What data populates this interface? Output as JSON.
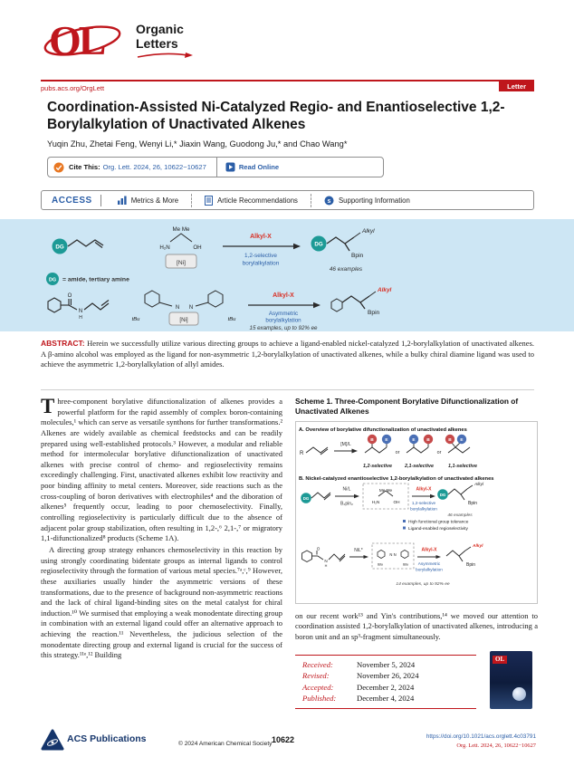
{
  "header": {
    "logo_initials": "OL",
    "journal_name_line1": "Organic",
    "journal_name_line2": "Letters",
    "url": "pubs.acs.org/OrgLett",
    "badge": "Letter"
  },
  "article": {
    "title": "Coordination-Assisted Ni-Catalyzed Regio- and Enantioselective 1,2-Borylalkylation of Unactivated Alkenes",
    "authors": "Yuqin Zhu, Zhetai Feng, Wenyi Li,* Jiaxin Wang, Guodong Ju,* and Chao Wang*"
  },
  "cite_bar": {
    "cite_label": "Cite This:",
    "citation": "Org. Lett. 2024, 26, 10622−10627",
    "read_online": "Read Online"
  },
  "access_bar": {
    "access_label": "ACCESS",
    "metrics_label": "Metrics & More",
    "recommendations_label": "Article Recommendations",
    "supporting_label": "Supporting Information",
    "supporting_icon_glyph": "s"
  },
  "graphical_abstract": {
    "dg": "DG",
    "me_me": "Me  Me",
    "h2n": "H₂N",
    "oh": "OH",
    "ni": "[Ni]",
    "alkyl_x": "Alkyl-X",
    "selective_line1": "1,2-selective",
    "selective_line2": "borylalkylation",
    "examples_46": "46 examples",
    "alkyl": "Alkyl",
    "bpin": "Bpin",
    "dg_note": "= amide, tertiary amine",
    "o": "O",
    "n": "N",
    "h": "H",
    "tbu": "tBu",
    "asymmetric_line1": "Asymmetric",
    "asymmetric_line2": "borylalkylation",
    "examples_15": "15 examples, up to 92% ee"
  },
  "abstract": {
    "label": "ABSTRACT:",
    "text": "Herein we successfully utilize various directing groups to achieve a ligand-enabled nickel-catalyzed 1,2-borylalkylation of unactivated alkenes. A β-amino alcohol was employed as the ligand for non-asymmetric 1,2-borylalkylation of unactivated alkenes, while a bulky chiral diamine ligand was used to achieve the asymmetric 1,2-borylalkylation of allyl amides.",
    "scheme_ref": "Scheme 1A"
  },
  "body": {
    "dropcap": "T",
    "para1": "hree-component borylative difunctionalization of alkenes provides a powerful platform for the rapid assembly of complex boron-containing molecules,¹ which can serve as versatile synthons for further transformations.² Alkenes are widely available as chemical feedstocks and can be readily prepared using well-established protocols.³ However, a modular and reliable method for intermolecular borylative difunctionalization of unactivated alkenes with precise control of chemo- and regioselectivity remains exceedingly challenging. First, unactivated alkenes exhibit low reactivity and poor binding affinity to metal centers. Moreover, side reactions such as the cross-coupling of boron derivatives with electrophiles⁴ and the diboration of alkenes⁵ frequently occur, leading to poor chemoselectivity. Finally, controlling regioselectivity is particularly difficult due to the absence of adjacent polar group stabilization, often resulting in 1,2-,⁶ 2,1-,⁷ or migratory 1,1-difunctionalized⁸ products (Scheme 1A).",
    "para2": "A directing group strategy enhances chemoselectivity in this reaction by using strongly coordinating bidentate groups as internal ligands to control regioselectivity through the formation of various metal species.⁷ᵃ,ᶜ,⁹ However, these auxiliaries usually hinder the asymmetric versions of these transformations, due to the presence of background non-asymmetric reactions and the lack of chiral ligand-binding sites on the metal catalyst for chiral induction.¹⁰ We surmised that employing a weak monodentate directing group in combination with an external ligand could offer an alternative approach to achieving the reaction.¹¹ Nevertheless, the judicious selection of the monodentate directing group and external ligand is crucial for the success of this strategy.¹¹ᵉ,¹² Building",
    "para3": "on our recent work¹³ and Yin's contributions,¹⁴ we moved our attention to coordination assisted 1,2-borylalkylation of unactivated alkenes, introducing a boron unit and an sp³-fragment simultaneously."
  },
  "scheme1": {
    "title": "Scheme 1. Three-Component Borylative Difunctionalization of Unactivated Alkenes",
    "part_a_title": "A. Overview of borylative difunctionalization of unactivated alkenes",
    "r": "R",
    "ml": "[M]/L",
    "b": "B",
    "e": "E",
    "or": "or",
    "sel_12": "1,2-selective",
    "sel_21": "2,1-selective",
    "sel_11": "1,1-selective",
    "part_b_title": "B. Nickel-catalyzed enantioselective 1,2-borylalkylation of unactivated alkenes",
    "dg": "DG",
    "ni_l": "Ni/L",
    "b2pin2": "B₂pin₂",
    "me_me": "Me Me",
    "h2n": "H₂N",
    "oh": "OH",
    "alkyl_x": "Alkyl-X",
    "sel_line1": "1,2-selective",
    "sel_line2": "borylalkylation",
    "alkyl": "Alkyl",
    "bpin": "Bpin",
    "examples_46": "46 examples",
    "bullet1": "High functional group tolerance",
    "bullet2": "Ligand-enabled regioselectivity",
    "nil_star": "NiL*",
    "n_n": "N  N",
    "tbu": "tBu",
    "o": "O",
    "n": "N",
    "h": "H",
    "asym_line1": "Asymmetric",
    "asym_line2": "borylalkylation",
    "examples_14": "14 examples, up to 92% ee"
  },
  "dates": {
    "received_label": "Received:",
    "received_value": "November 5, 2024",
    "revised_label": "Revised:",
    "revised_value": "November 26, 2024",
    "accepted_label": "Accepted:",
    "accepted_value": "December 2, 2024",
    "published_label": "Published:",
    "published_value": "December 4, 2024"
  },
  "cover": {
    "logo": "OL"
  },
  "footer": {
    "publisher": "ACS Publications",
    "copyright": "© 2024 American Chemical Society",
    "page_number": "10622",
    "doi": "https://doi.org/10.1021/acs.orglett.4c03791",
    "citation": "Org. Lett. 2024, 26, 10622−10627"
  }
}
